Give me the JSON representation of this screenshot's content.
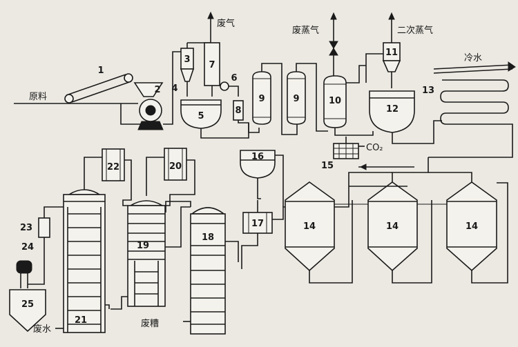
{
  "labels": {
    "raw_material": "原料",
    "exhaust_gas": "废气",
    "waste_steam": "废蒸气",
    "secondary_steam": "二次蒸气",
    "cold_water": "冷水",
    "co2": "CO₂",
    "waste_water": "废水",
    "waste_mash": "废糟"
  },
  "equipment_numbers": {
    "n1": "1",
    "n2": "2",
    "n3": "3",
    "n4": "4",
    "n5": "5",
    "n6": "6",
    "n7": "7",
    "n8": "8",
    "n9a": "9",
    "n9b": "9",
    "n10": "10",
    "n11": "11",
    "n12": "12",
    "n13": "13",
    "n14a": "14",
    "n14b": "14",
    "n14c": "14",
    "n15": "15",
    "n16": "16",
    "n17": "17",
    "n18": "18",
    "n19": "19",
    "n20": "20",
    "n21": "21",
    "n22": "22",
    "n23": "23",
    "n24": "24",
    "n25": "25"
  }
}
